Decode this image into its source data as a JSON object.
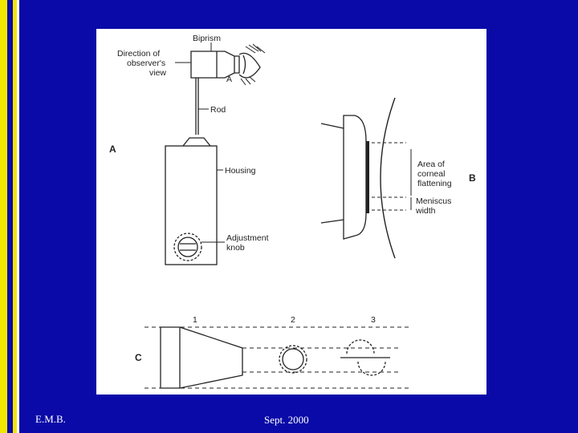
{
  "slide": {
    "author": "E.M.B.",
    "date": "Sept. 2000"
  },
  "diagram": {
    "panel_a": {
      "letter": "A",
      "labels": {
        "biprism": "Biprism",
        "direction_1": "Direction of",
        "direction_2": "observer's",
        "direction_3": "view",
        "eye_letter": "A",
        "rod": "Rod",
        "housing": "Housing",
        "knob_1": "Adjustment",
        "knob_2": "knob"
      }
    },
    "panel_b": {
      "letter": "B",
      "labels": {
        "area_1": "Area of",
        "area_2": "corneal",
        "area_3": "flattening",
        "meniscus_1": "Meniscus",
        "meniscus_2": "width"
      }
    },
    "panel_c": {
      "letter": "C",
      "positions": [
        "1",
        "2",
        "3"
      ]
    }
  },
  "colors": {
    "background": "#0a0aa8",
    "stripe": "#f2e600",
    "figure_bg": "#ffffff",
    "ink": "#222222"
  }
}
